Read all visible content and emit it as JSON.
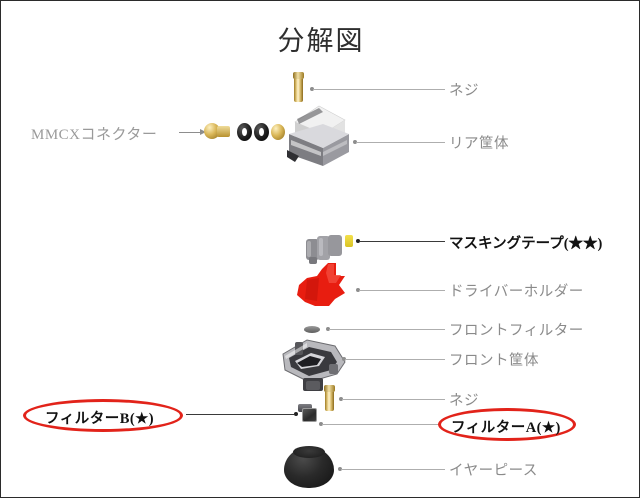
{
  "page": {
    "title": "分解図",
    "bg_color": "#ffffff",
    "border_color": "#2b2b2b",
    "highlight_color": "#e2231a",
    "leader_color": "#aeaeae"
  },
  "labels": {
    "mmcx": "MMCXコネクター",
    "screw_top": "ネジ",
    "rear_housing": "リア筐体",
    "masking_tape": "マスキングテープ(★★)",
    "driver_holder": "ドライバーホルダー",
    "front_filter": "フロントフィルター",
    "front_housing": "フロント筐体",
    "screw_bottom": "ネジ",
    "filter_a": "フィルターA(★)",
    "filter_b": "フィルターB(★)",
    "ear_piece": "イヤーピース"
  },
  "parts": [
    {
      "id": "screw-top",
      "label": "ネジ",
      "emphasis": "normal",
      "circled": false
    },
    {
      "id": "mmcx-connector",
      "label": "MMCXコネクター",
      "emphasis": "normal",
      "circled": false
    },
    {
      "id": "rear-housing",
      "label": "リア筐体",
      "emphasis": "normal",
      "circled": false
    },
    {
      "id": "masking-tape",
      "label": "マスキングテープ(★★)",
      "emphasis": "bold",
      "circled": false
    },
    {
      "id": "driver-holder",
      "label": "ドライバーホルダー",
      "emphasis": "normal",
      "circled": false
    },
    {
      "id": "front-filter",
      "label": "フロントフィルター",
      "emphasis": "normal",
      "circled": false
    },
    {
      "id": "front-housing",
      "label": "フロント筐体",
      "emphasis": "normal",
      "circled": false
    },
    {
      "id": "screw-bottom",
      "label": "ネジ",
      "emphasis": "normal",
      "circled": false
    },
    {
      "id": "filter-a",
      "label": "フィルターA(★)",
      "emphasis": "bold",
      "circled": true
    },
    {
      "id": "filter-b",
      "label": "フィルターB(★)",
      "emphasis": "bold",
      "circled": true
    },
    {
      "id": "ear-piece",
      "label": "イヤーピース",
      "emphasis": "normal",
      "circled": false
    }
  ]
}
